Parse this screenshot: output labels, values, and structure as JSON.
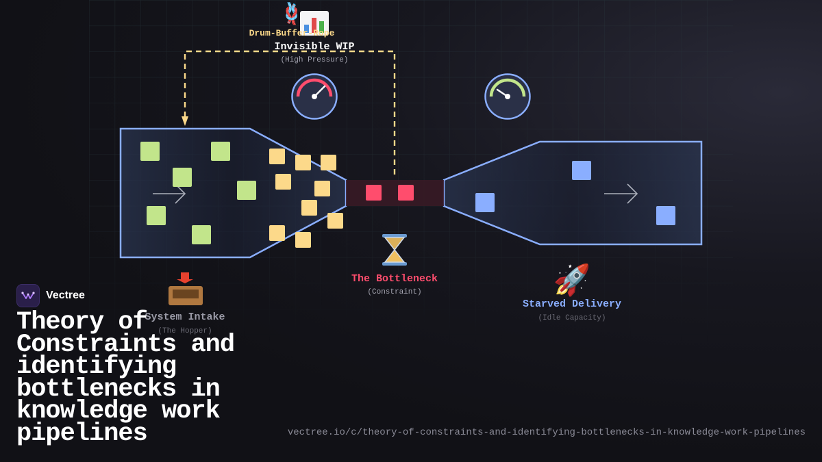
{
  "brand": {
    "name": "Vectree"
  },
  "page": {
    "title": "Theory of Constraints and identifying bottlenecks in knowledge work pipelines",
    "url": "vectree.io/c/theory-of-constraints-and-identifying-bottlenecks-in-knowledge-work-pipelines"
  },
  "diagram": {
    "feedback": {
      "label": "Drum-Buffer-Rope",
      "icon": "rope-icon"
    },
    "wip": {
      "label": "Invisible WIP",
      "sublabel": "(High Pressure)",
      "icon": "bar-chart-icon"
    },
    "intake": {
      "label": "System Intake",
      "sublabel": "(The Hopper)",
      "icon": "inbox-tray-icon"
    },
    "bottleneck": {
      "label": "The Bottleneck",
      "sublabel": "(Constraint)",
      "icon": "hourglass-icon"
    },
    "delivery": {
      "label": "Starved Delivery",
      "sublabel": "(Idle Capacity)",
      "icon": "rocket-icon"
    },
    "gauges": {
      "pressure": {
        "level": "high",
        "icon": "gauge-high-icon"
      },
      "capacity": {
        "level": "low",
        "icon": "gauge-low-icon"
      }
    },
    "colors": {
      "intake_items": "#c2e58b",
      "wip_items": "#fcd98a",
      "constraint_items": "#ff4d6d",
      "delivery_items": "#8aaeff",
      "pipe_outline": "#8aaeff",
      "rope": "#fcd98a",
      "bottleneck_label": "#ff4d6d",
      "delivery_label": "#8aaeff"
    }
  }
}
